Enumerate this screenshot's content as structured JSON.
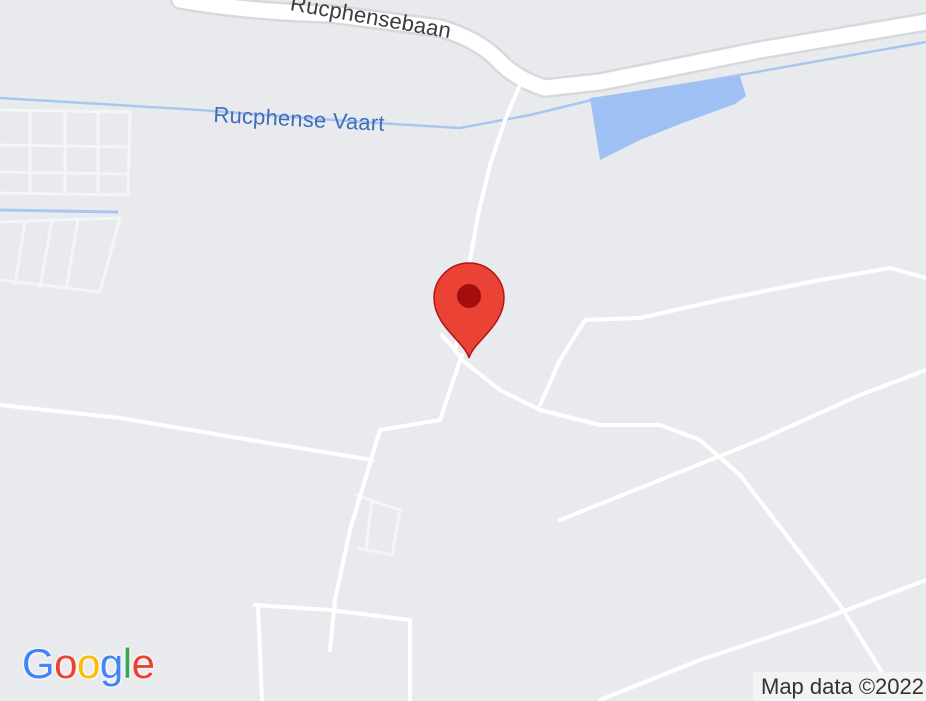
{
  "map": {
    "road_label": "Rucphensebaan",
    "waterway_label": "Rucphense Vaart",
    "attribution": "Map data ©2022",
    "logo_letters": [
      "G",
      "o",
      "o",
      "g",
      "l",
      "e"
    ],
    "colors": {
      "land": "#e9eaed",
      "road": "#ffffff",
      "water": "#9ec0f2",
      "water_line": "#a8c6f0",
      "water_label": "#3f6fb8",
      "marker": "#ea4335",
      "marker_dot": "#a50e0e",
      "logo": [
        "#4285F4",
        "#EA4335",
        "#FBBC05",
        "#4285F4",
        "#34A853",
        "#EA4335"
      ]
    },
    "marker_icon": "map-pin-icon"
  }
}
